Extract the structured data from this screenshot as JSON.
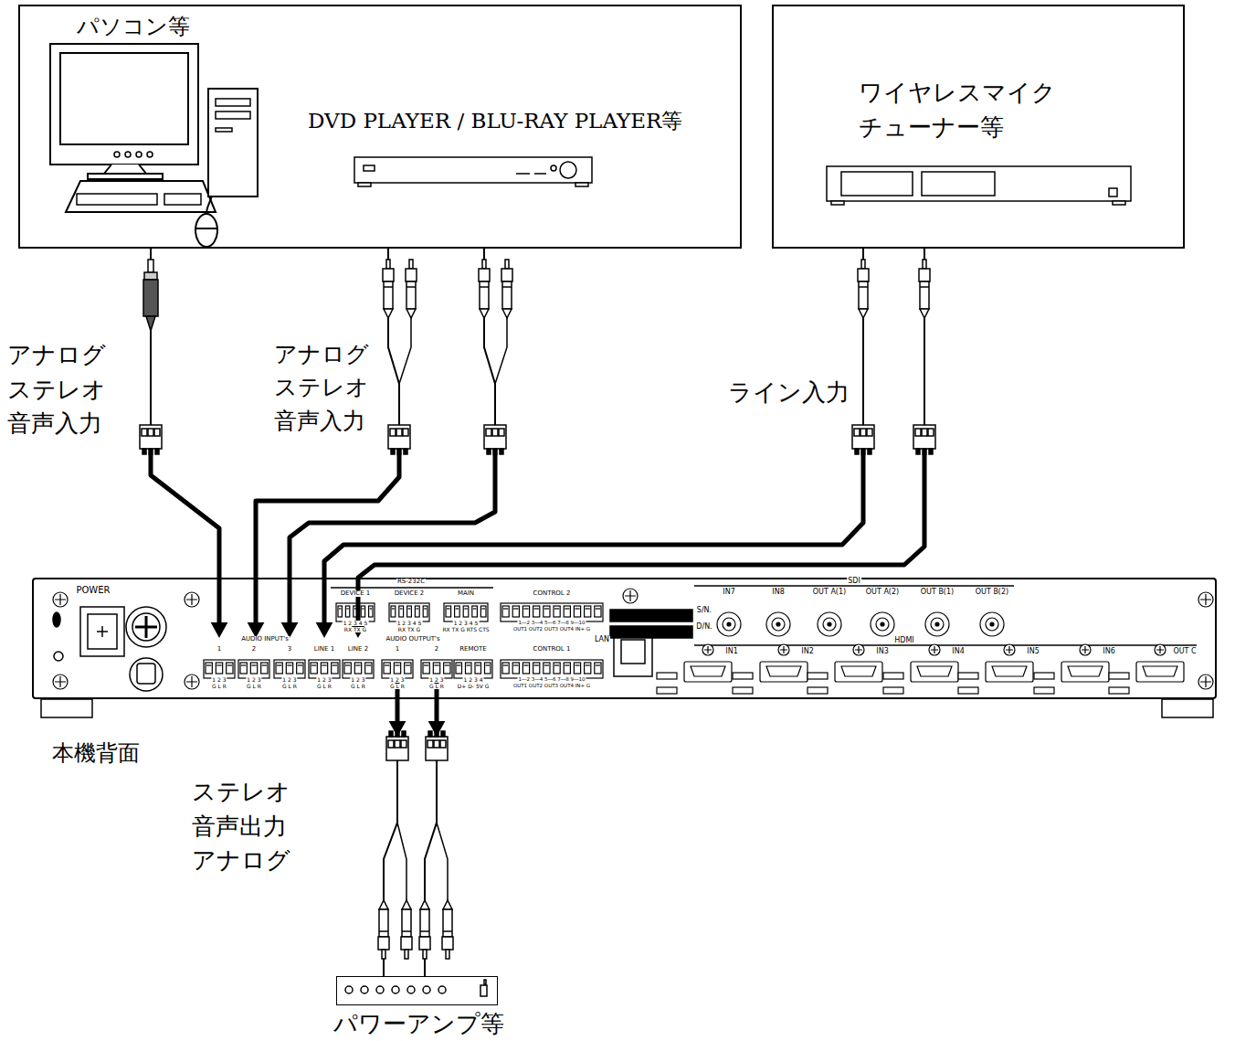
{
  "diagram": {
    "nodes": [
      {
        "text": [
          "パソコン等",
          "DVD PLAYER / BLU-RAY PLAYER等"
        ]
      },
      {
        "text": [
          "ワイヤレスマイク チューナー等"
        ]
      },
      {
        "text": [
          "本機背面"
        ]
      },
      {
        "text": [
          "パワーアンプ等"
        ]
      }
    ],
    "edges": [
      {
        "from": 0,
        "to": 2,
        "arrow": "to",
        "label": "アナログ ステレオ 音声入力"
      },
      {
        "from": 0,
        "to": 2,
        "arrow": "to",
        "label": "アナログ ステレオ 音声入力"
      },
      {
        "from": 0,
        "to": 2,
        "arrow": "to"
      },
      {
        "from": 1,
        "to": 2,
        "arrow": "to",
        "label": "ライン入力"
      },
      {
        "from": 1,
        "to": 2,
        "arrow": "to"
      },
      {
        "from": 2,
        "to": 3,
        "arrow": "to",
        "label": "ステレオ 音声出力 アナログ"
      },
      {
        "from": 2,
        "to": 3,
        "arrow": "to"
      }
    ],
    "labels": [
      "POWER",
      "AUDIO INPUT's",
      "1",
      "2",
      "3",
      "LINE 1",
      "LINE 2",
      "AUDIO OUTPUT's",
      "1",
      "2",
      "1 2 3",
      "G L R",
      "1 2 3",
      "G L R",
      "1 2 3",
      "G L R",
      "1 2 3",
      "G L R",
      "1 2 3",
      "G L R",
      "1 2 3",
      "G L R",
      "1 2 3",
      "G L R",
      "RS-232C",
      "DEVICE 1",
      "DEVICE 2",
      "MAIN",
      "CONTROL 2",
      "1 2 3 4 5",
      "RX TX G",
      "1 2 3 4 5",
      "RX TX G",
      "1 2 3 4 5",
      "RX TX G RTS CTS",
      "1―2 3―4 5―6 7―8 9―10",
      "OUT1 OUT2 OUT3 OUT4 IN+ G",
      "REMOTE",
      "CONTROL 1",
      "1 2 3 4",
      "D+ D- 5V G",
      "1―2 3―4 5―6 7―8 9―10",
      "OUT1 OUT2 OUT3 OUT4 IN+ G",
      "S/N.",
      "D/N.",
      "LAN",
      "SDI",
      "IN7",
      "IN8",
      "OUT A(1)",
      "OUT A(2)",
      "OUT B(1)",
      "OUT B(2)",
      "HDMI",
      "IN1",
      "IN2",
      "IN3",
      "IN4",
      "IN5",
      "IN6",
      "OUT C"
    ]
  }
}
